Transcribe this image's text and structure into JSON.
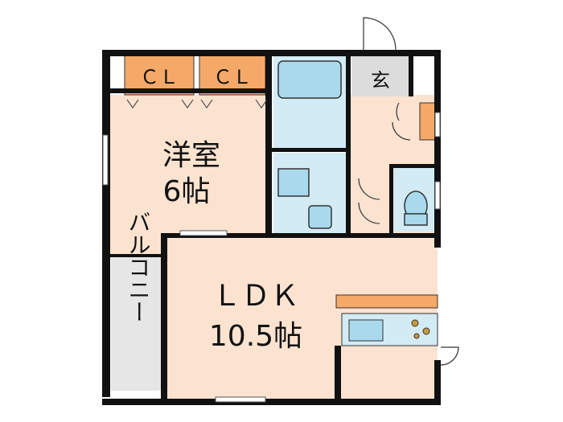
{
  "rooms": {
    "western_room": {
      "name": "洋室",
      "size": "6帖"
    },
    "ldk": {
      "name": "ＬＤＫ",
      "size": "10.5帖"
    },
    "entrance": {
      "name": "玄"
    },
    "balcony": {
      "name": "バルコニー"
    },
    "closets": [
      {
        "label": "ＣＬ"
      },
      {
        "label": "ＣＬ"
      }
    ]
  },
  "colors": {
    "wall": "#111111",
    "room_floor": "#fbe3d0",
    "closet": "#f4a968",
    "wet_area": "#d3ebf4",
    "fixture": "#a9d9ec",
    "entrance_floor": "#dcdcdc",
    "balcony": "#e6e6e6"
  }
}
